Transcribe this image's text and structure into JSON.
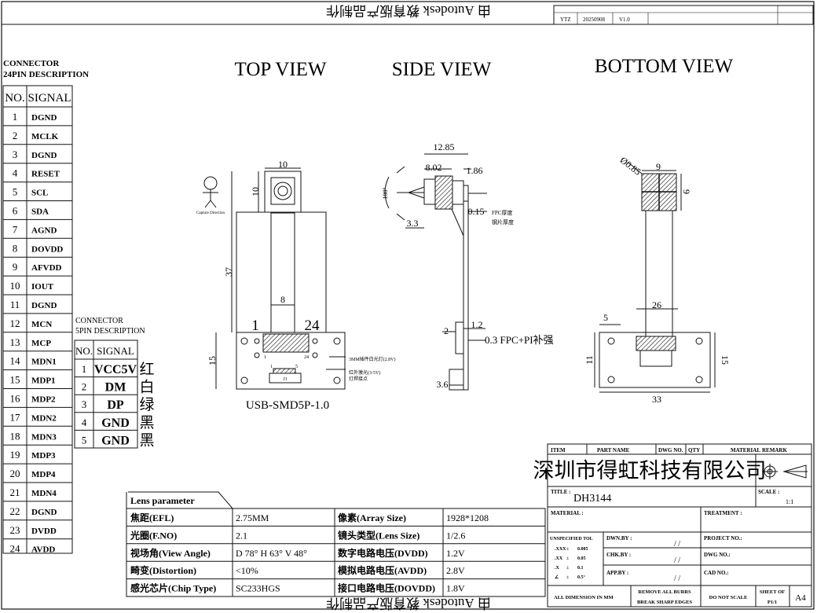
{
  "header": {
    "stamp_top": "由 Autodesk 教育版产品制作",
    "stamp_bottom": "由 Autodesk 教育版产品制作",
    "rev_cells": [
      "YTZ",
      "20250908",
      "V1.0"
    ]
  },
  "pin24": {
    "title_line1": "CONNECTOR",
    "title_line2": "24PIN DESCRIPTION",
    "headers": [
      "NO.",
      "SIGNAL"
    ],
    "rows": [
      [
        "1",
        "DGND"
      ],
      [
        "2",
        "MCLK"
      ],
      [
        "3",
        "DGND"
      ],
      [
        "4",
        "RESET"
      ],
      [
        "5",
        "SCL"
      ],
      [
        "6",
        "SDA"
      ],
      [
        "7",
        "AGND"
      ],
      [
        "8",
        "DOVDD"
      ],
      [
        "9",
        "AFVDD"
      ],
      [
        "10",
        "IOUT"
      ],
      [
        "11",
        "DGND"
      ],
      [
        "12",
        "MCN"
      ],
      [
        "13",
        "MCP"
      ],
      [
        "14",
        "MDN1"
      ],
      [
        "15",
        "MDP1"
      ],
      [
        "16",
        "MDP2"
      ],
      [
        "17",
        "MDN2"
      ],
      [
        "18",
        "MDN3"
      ],
      [
        "19",
        "MDP3"
      ],
      [
        "20",
        "MDP4"
      ],
      [
        "21",
        "MDN4"
      ],
      [
        "22",
        "DGND"
      ],
      [
        "23",
        "DVDD"
      ],
      [
        "24",
        "AVDD"
      ]
    ]
  },
  "pin5": {
    "title_line1": "CONNECTOR",
    "title_line2": "5PIN DESCRIPTION",
    "headers": [
      "NO.",
      "SIGNAL"
    ],
    "rows": [
      [
        "1",
        "VCC5V",
        "红"
      ],
      [
        "2",
        "DM",
        "白"
      ],
      [
        "3",
        "DP",
        "绿"
      ],
      [
        "4",
        "GND",
        "黑"
      ],
      [
        "5",
        "GND",
        "黑"
      ]
    ]
  },
  "views": {
    "top": "TOP VIEW",
    "side": "SIDE VIEW",
    "bottom": "BOTTOM VIEW"
  },
  "top_view": {
    "dim_w": "10",
    "dim_h": "10",
    "dim_len": "37",
    "dim_fpc": "8",
    "dim_board": "15",
    "pin_first": "1",
    "pin_last": "24",
    "usb": "USB-SMD5P-1.0",
    "caption": "Capture Direction",
    "jlabel": "J1",
    "note1": "3MM插件白光灯(2.8V)",
    "note2": "红外激光(3-5V)",
    "note3": "灯焊接点",
    "pin_small_1": "1",
    "pin_small_24": "24",
    "pin_small_5": "5",
    "pin_small_1b": "1"
  },
  "side_view": {
    "dim_total": "12.85",
    "dim_a": "8.02",
    "dim_b": "1.86",
    "dim_thk": "0.15",
    "note_fpc1": "FPC厚度",
    "note_fpc2": "钢片厚度",
    "dim_lens": "3.3",
    "angle": "108°",
    "dim_2": "2",
    "dim_12": "1.2",
    "dim_03": "0.3 FPC+PI补强",
    "dim_36": "3.6"
  },
  "bottom_view": {
    "dim_diag": "Ø0.85",
    "dim_9w": "9",
    "dim_9h": "9",
    "dim_26": "26",
    "dim_5": "5",
    "dim_11": "11",
    "dim_15": "15",
    "dim_33": "33"
  },
  "lens": {
    "title": "Lens parameter",
    "rows": [
      [
        "焦距(EFL)",
        "2.75MM",
        "像素(Array Size)",
        "1928*1208"
      ],
      [
        "光圈(F.NO)",
        "2.1",
        "镜头类型(Lens Size)",
        "1/2.6"
      ],
      [
        "视场角(View Angle)",
        "D 78° H 63° V 48°",
        "数字电路电压(DVDD)",
        "1.2V"
      ],
      [
        "畸变(Distortion)",
        "<10%",
        "模拟电路电压(AVDD)",
        "2.8V"
      ],
      [
        "感光芯片(Chip Type)",
        "SC233HGS",
        "接口电路电压(DOVDD)",
        "1.8V"
      ]
    ]
  },
  "title_block": {
    "hdr": [
      "ITEM",
      "PART NAME",
      "DWG NO.",
      "QTY",
      "MATERIAL",
      "REMARK"
    ],
    "company": "深圳市得虹科技有限公司",
    "title_label": "TITLE :",
    "title_value": "DH3144",
    "scale_label": "SCALE :",
    "scale_value": "1:1",
    "material": "MATERIAL :",
    "treatment": "TREATMENT :",
    "tol_title": "UNSPECIFIED TOL",
    "tol": [
      [
        ".XXX",
        "±",
        "0.005"
      ],
      [
        ".XX",
        "±",
        "0.05"
      ],
      [
        ".X",
        "±",
        "0.1"
      ],
      [
        "∠",
        "±",
        "0.5°"
      ]
    ],
    "dwn": "DWN.BY :",
    "chk": "CHK.BY :",
    "app": "APP.BY :",
    "slash": "/   /",
    "project": "PROJECT NO.:",
    "dwg": "DWG NO.:",
    "cad": "CAD NO.:",
    "all_dim": "ALL DIMENSION IN MM",
    "burrs1": "REMOVE ALL BURRS",
    "burrs2": "BREAK SHARP EDGES",
    "noscale": "DO NOT SCALE",
    "sheet1": "SHEET OF",
    "sheet2": "P1/1",
    "size": "A4"
  }
}
